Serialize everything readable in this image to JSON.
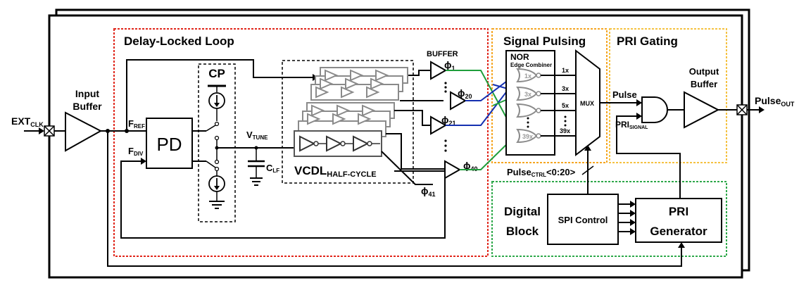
{
  "labels": {
    "ext_clk_main": "EXT",
    "ext_clk_sub": "CLK",
    "input_buffer_l1": "Input",
    "input_buffer_l2": "Buffer",
    "dll_title": "Delay-Locked Loop",
    "fref_main": "F",
    "fref_sub": "REF",
    "fdiv_main": "F",
    "fdiv_sub": "DIV",
    "pd": "PD",
    "cp": "CP",
    "vtune_main": "V",
    "vtune_sub": "TUNE",
    "clf_main": "C",
    "clf_sub": "LF",
    "vcdl_main": "VCDL",
    "vcdl_sub": "HALF-CYCLE",
    "buffer": "BUFFER",
    "phi_symbol": "ϕ",
    "phi1": "1",
    "phi20": "20",
    "phi21": "21",
    "phi40": "40",
    "phi41": "41",
    "signal_pulsing_title": "Signal Pulsing",
    "nor": "NOR",
    "edge_combiner": "Edge Combiner",
    "nor_1x": "1x",
    "nor_3x": "3x",
    "nor_39x": "39x",
    "out_1x": "1x",
    "out_3x": "3x",
    "out_5x": "5x",
    "out_39x": "39x",
    "mux": "MUX",
    "pulse_ctrl_main": "Pulse",
    "pulse_ctrl_sub": "CTRL",
    "pulse_ctrl_tail": "<0:20>",
    "pri_gating_title": "PRI Gating",
    "pulse": "Pulse",
    "pri_signal_main": "PRI",
    "pri_signal_sub": "SIGNAL",
    "output_buffer_l1": "Output",
    "output_buffer_l2": "Buffer",
    "pulse_out_main": "Pulse",
    "pulse_out_sub": "OUT",
    "digital_block_l1": "Digital",
    "digital_block_l2": "Block",
    "spi_control": "SPI Control",
    "pri_generator_l1": "PRI",
    "pri_generator_l2": "Generator"
  },
  "colors": {
    "dll_border": "#e0261b",
    "signal_pulsing_border": "#f5a623",
    "pri_gating_border": "#f5c242",
    "digital_block_border": "#2ea84a",
    "wire_green": "#1f9e3b",
    "wire_blue": "#1530b0",
    "gray_component": "#8a8a8a"
  }
}
